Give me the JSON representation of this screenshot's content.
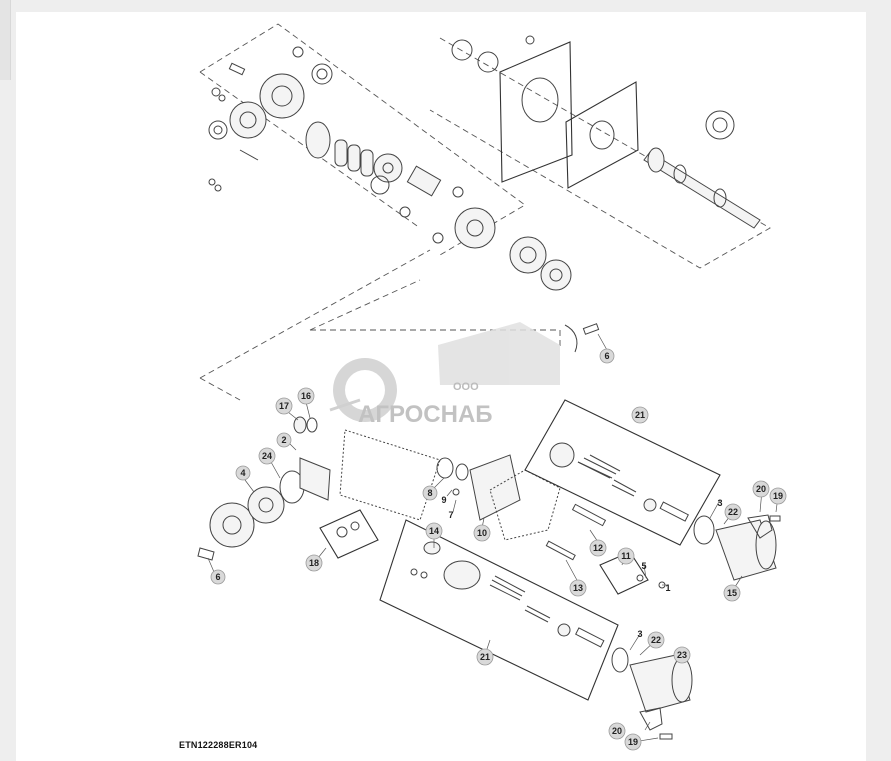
{
  "drawing_code": "ETN122288ER104",
  "watermark": {
    "company_prefix": "ООО",
    "company_name": "АГРОСНАБ"
  },
  "callouts": [
    {
      "id": "c6a",
      "label": "6"
    },
    {
      "id": "c17",
      "label": "17"
    },
    {
      "id": "c16",
      "label": "16"
    },
    {
      "id": "c2",
      "label": "2"
    },
    {
      "id": "c24",
      "label": "24"
    },
    {
      "id": "c4",
      "label": "4"
    },
    {
      "id": "c6b",
      "label": "6"
    },
    {
      "id": "c18",
      "label": "18"
    },
    {
      "id": "c8",
      "label": "8"
    },
    {
      "id": "c9",
      "label": "9"
    },
    {
      "id": "c7",
      "label": "7"
    },
    {
      "id": "c10",
      "label": "10"
    },
    {
      "id": "c14",
      "label": "14"
    },
    {
      "id": "c21a",
      "label": "21"
    },
    {
      "id": "c12",
      "label": "12"
    },
    {
      "id": "c13",
      "label": "13"
    },
    {
      "id": "c11",
      "label": "11"
    },
    {
      "id": "c5",
      "label": "5"
    },
    {
      "id": "c1",
      "label": "1"
    },
    {
      "id": "c3a",
      "label": "3"
    },
    {
      "id": "c22a",
      "label": "22"
    },
    {
      "id": "c20a",
      "label": "20"
    },
    {
      "id": "c19a",
      "label": "19"
    },
    {
      "id": "c15",
      "label": "15"
    },
    {
      "id": "c21b",
      "label": "21"
    },
    {
      "id": "c3b",
      "label": "3"
    },
    {
      "id": "c22b",
      "label": "22"
    },
    {
      "id": "c23",
      "label": "23"
    },
    {
      "id": "c20b",
      "label": "20"
    },
    {
      "id": "c19b",
      "label": "19"
    }
  ],
  "colors": {
    "callout_fill": "#d9d9d9",
    "line": "#444444",
    "watermark": "#b8b8b8"
  }
}
